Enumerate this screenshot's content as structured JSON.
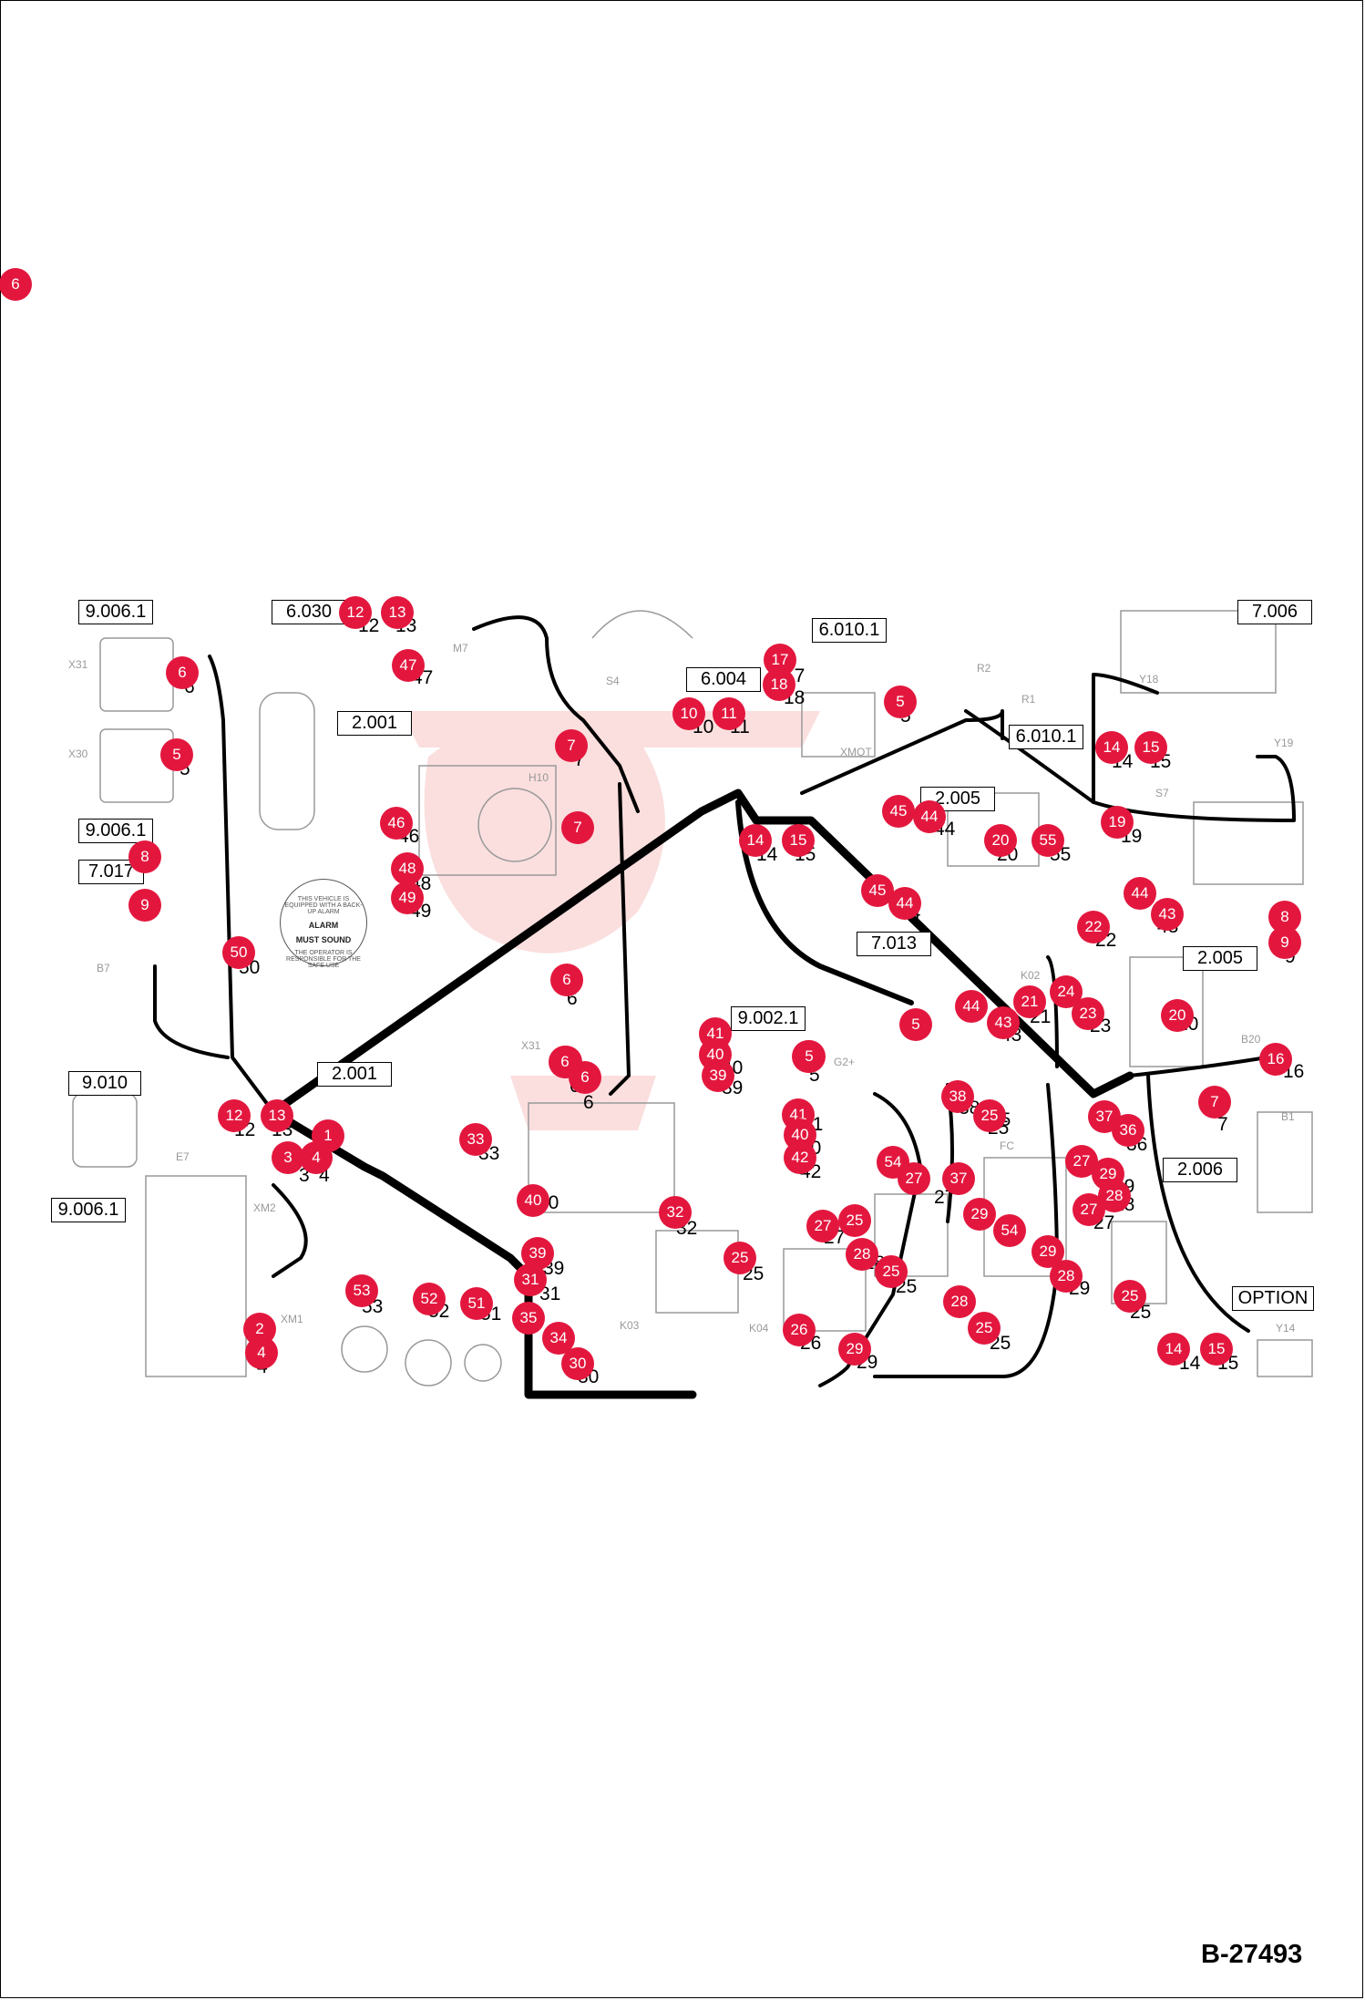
{
  "drawing_number": "B-27493",
  "alarm_label": {
    "small_top": "THIS VEHICLE IS EQUIPPED WITH A BACK-UP ALARM",
    "line1": "ALARM",
    "line2": "MUST SOUND",
    "small_bottom": "THE OPERATOR IS RESPONSIBLE FOR THE SAFE USE"
  },
  "reference_boxes": [
    "9.006.1",
    "6.030",
    "6.010.1",
    "7.006",
    "6.004",
    "2.001",
    "9.006.1",
    "2.005",
    "6.010.1",
    "7.017",
    "7.013",
    "2.005",
    "9.002.1",
    "2.001",
    "9.010",
    "2.006",
    "9.006.1",
    "OPTION"
  ],
  "component_labels": [
    "X31",
    "X30",
    "M7",
    "S4",
    "H10",
    "XMOT",
    "R2",
    "R1",
    "Y18",
    "Y19",
    "S7",
    "B7",
    "K02",
    "B20",
    "B1",
    "X31",
    "G2+",
    "E7",
    "XM2",
    "XM1",
    "K03",
    "K04",
    "FC",
    "Y14"
  ],
  "callouts": [
    "6",
    "12",
    "13",
    "47",
    "6",
    "5",
    "7",
    "10",
    "11",
    "17",
    "18",
    "5",
    "14",
    "15",
    "7",
    "46",
    "45",
    "44",
    "20",
    "55",
    "19",
    "48",
    "49",
    "14",
    "15",
    "45",
    "44",
    "8",
    "9",
    "44",
    "43",
    "22",
    "8",
    "9",
    "50",
    "6",
    "5",
    "41",
    "40",
    "39",
    "5",
    "44",
    "21",
    "43",
    "24",
    "23",
    "20",
    "16",
    "6",
    "6",
    "38",
    "25",
    "7",
    "33",
    "12",
    "13",
    "1",
    "3",
    "4",
    "41",
    "40",
    "42",
    "54",
    "27",
    "37",
    "37",
    "36",
    "27",
    "29",
    "28",
    "27",
    "40",
    "32",
    "27",
    "25",
    "29",
    "54",
    "39",
    "31",
    "25",
    "28",
    "25",
    "29",
    "28",
    "25",
    "53",
    "52",
    "51",
    "35",
    "34",
    "30",
    "26",
    "29",
    "28",
    "25",
    "2",
    "4",
    "14",
    "15",
    "6",
    "5"
  ],
  "part_numbers": [
    "6",
    "5",
    "12",
    "13",
    "47",
    "7",
    "10",
    "11",
    "17",
    "18",
    "5",
    "14",
    "15",
    "46",
    "44",
    "20",
    "55",
    "19",
    "48",
    "49",
    "14",
    "15",
    "44",
    "43",
    "22",
    "9",
    "50",
    "6",
    "40",
    "39",
    "21",
    "43",
    "23",
    "20",
    "16",
    "6",
    "38",
    "25",
    "7",
    "33",
    "12",
    "13",
    "3",
    "4",
    "41",
    "40",
    "42",
    "27",
    "36",
    "28",
    "29",
    "27",
    "40",
    "32",
    "25",
    "39",
    "31",
    "27",
    "25",
    "28",
    "25",
    "29",
    "25",
    "53",
    "52",
    "51",
    "30",
    "26",
    "29",
    "25",
    "14",
    "15",
    "2",
    "4",
    "5",
    "6"
  ]
}
